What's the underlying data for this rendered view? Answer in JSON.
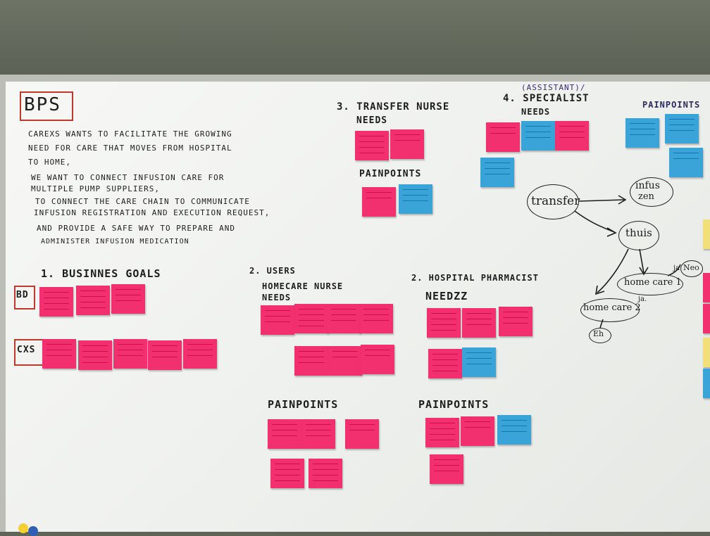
{
  "board": {
    "title": "BPS",
    "intro_lines": [
      "CAREXS WANTS TO FACILITATE THE GROWING",
      "NEED FOR CARE THAT MOVES FROM HOSPITAL",
      "TO HOME,",
      "WE WANT TO CONNECT INFUSION CARE FOR",
      "MULTIPLE PUMP SUPPLIERS,",
      "TO CONNECT THE CARE CHAIN TO COMMUNICATE",
      "INFUSION REGISTRATION AND EXECUTION REQUEST,",
      "AND PROVIDE A SAFE WAY TO PREPARE AND",
      "ADMINISTER INFUSION MEDICATION"
    ],
    "sections": {
      "business_goals": "1. BUSINNES GOALS",
      "bd_label": "BD",
      "cxs_label": "CXS",
      "users": "2. USERS",
      "homecare_nurse": "HOMECARE NURSE",
      "homecare_needs": "NEEDS",
      "homecare_painpoints": "PAINPOINTS",
      "pharmacist": "2. HOSPITAL PHARMACIST",
      "pharmacist_needs": "NEEDZZ",
      "pharmacist_painpoints": "PAINPOINTS",
      "transfer_nurse": "3. TRANSFER NURSE",
      "transfer_needs": "NEEDS",
      "transfer_painpoints": "PAINPOINTS",
      "specialist_prefix": "(ASSISTANT)/",
      "specialist": "4. SPECIALIST",
      "specialist_needs": "NEEDS",
      "specialist_painpoints": "PAINPOINTS"
    },
    "flow": {
      "transfer": "transfer",
      "infusion": "infus",
      "infusion_2": "zen",
      "thuis": "thuis",
      "homecare1": "home care 1",
      "homecare2": "home care 2",
      "neo": "Neo",
      "ja": "ja",
      "ja2": "ja.",
      "eh": "Eh"
    },
    "colors": {
      "pink": "#f3306f",
      "blue": "#3aa4d8",
      "yellow": "#f1e07a",
      "red_box": "#c0392b"
    }
  }
}
